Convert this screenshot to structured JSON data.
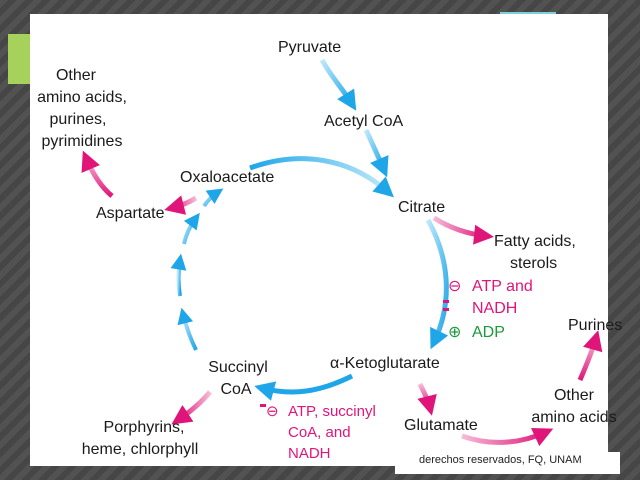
{
  "metabolites": {
    "pyruvate": "Pyruvate",
    "acetyl_coa": "Acetyl CoA",
    "citrate": "Citrate",
    "oxaloacetate": "Oxaloacetate",
    "aspartate": "Aspartate",
    "other_amino_1": "Other",
    "other_amino_2": "amino acids,",
    "other_amino_3": "purines,",
    "other_amino_4": "pyrimidines",
    "fatty_1": "Fatty acids,",
    "fatty_2": "sterols",
    "akg": "α-Ketoglutarate",
    "succinyl_1": "Succinyl",
    "succinyl_2": "CoA",
    "porph_1": "Porphyrins,",
    "porph_2": "heme, chlorphyll",
    "glutamate": "Glutamate",
    "other_aa_1": "Other",
    "other_aa_2": "amino acids",
    "purines": "Purines"
  },
  "regulation": {
    "inhibit_1_sign": "⊖",
    "inhibit_1a": "ATP and",
    "inhibit_1b": "NADH",
    "activate_sign": "⊕",
    "activate": "ADP",
    "inhibit_2_sign": "⊖",
    "inhibit_2a": "ATP, succinyl",
    "inhibit_2b": "CoA, and",
    "inhibit_2c": "NADH"
  },
  "footer": {
    "text": "derechos reservados, FQ, UNAM"
  },
  "colors": {
    "cycle": "#1ea6e8",
    "output": "#e0157a",
    "activate": "#1a9a3a"
  }
}
